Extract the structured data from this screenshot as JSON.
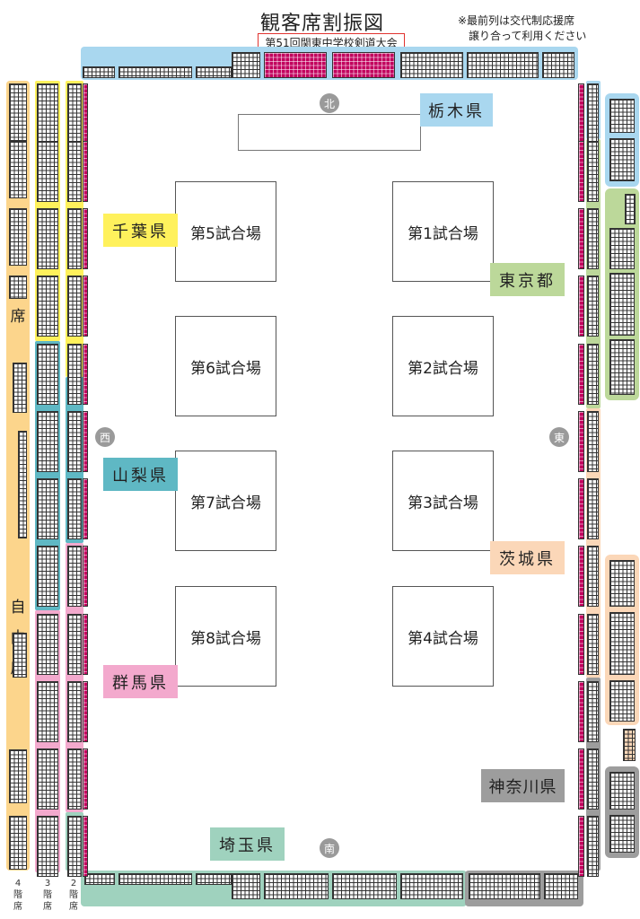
{
  "title": "観客席割振図",
  "subtitle": "第51回関東中学校剣道大会",
  "note": [
    "※最前列は交代制応援席",
    "譲り合って利用ください"
  ],
  "compass": {
    "north": "北",
    "south": "南",
    "east": "東",
    "west": "西"
  },
  "courts": [
    "第1試合場",
    "第2試合場",
    "第3試合場",
    "第4試合場",
    "第5試合場",
    "第6試合場",
    "第7試合場",
    "第8試合場"
  ],
  "prefectures": {
    "tochigi": "栃木県",
    "tokyo": "東京都",
    "chiba": "千葉県",
    "yamanashi": "山梨県",
    "ibaraki": "茨城県",
    "gunma": "群馬県",
    "kanagawa": "神奈川県",
    "saitama": "埼玉県"
  },
  "free_seat": [
    "自",
    "由",
    "席"
  ],
  "floors": {
    "f4": [
      "4",
      "階",
      "席"
    ],
    "f3": [
      "3",
      "階",
      "席"
    ],
    "f2": [
      "2",
      "階",
      "席"
    ]
  },
  "colors": {
    "tochigi": "#a9d7ef",
    "tokyo": "#bcd89a",
    "chiba": "#fff15c",
    "yamanashi": "#5fb8c4",
    "ibaraki": "#fbd7b8",
    "gunma": "#f3a9cd",
    "kanagawa": "#9d9d9d",
    "saitama": "#9fd2be",
    "free": "#fcd58c",
    "front_row": "#c2005d"
  }
}
